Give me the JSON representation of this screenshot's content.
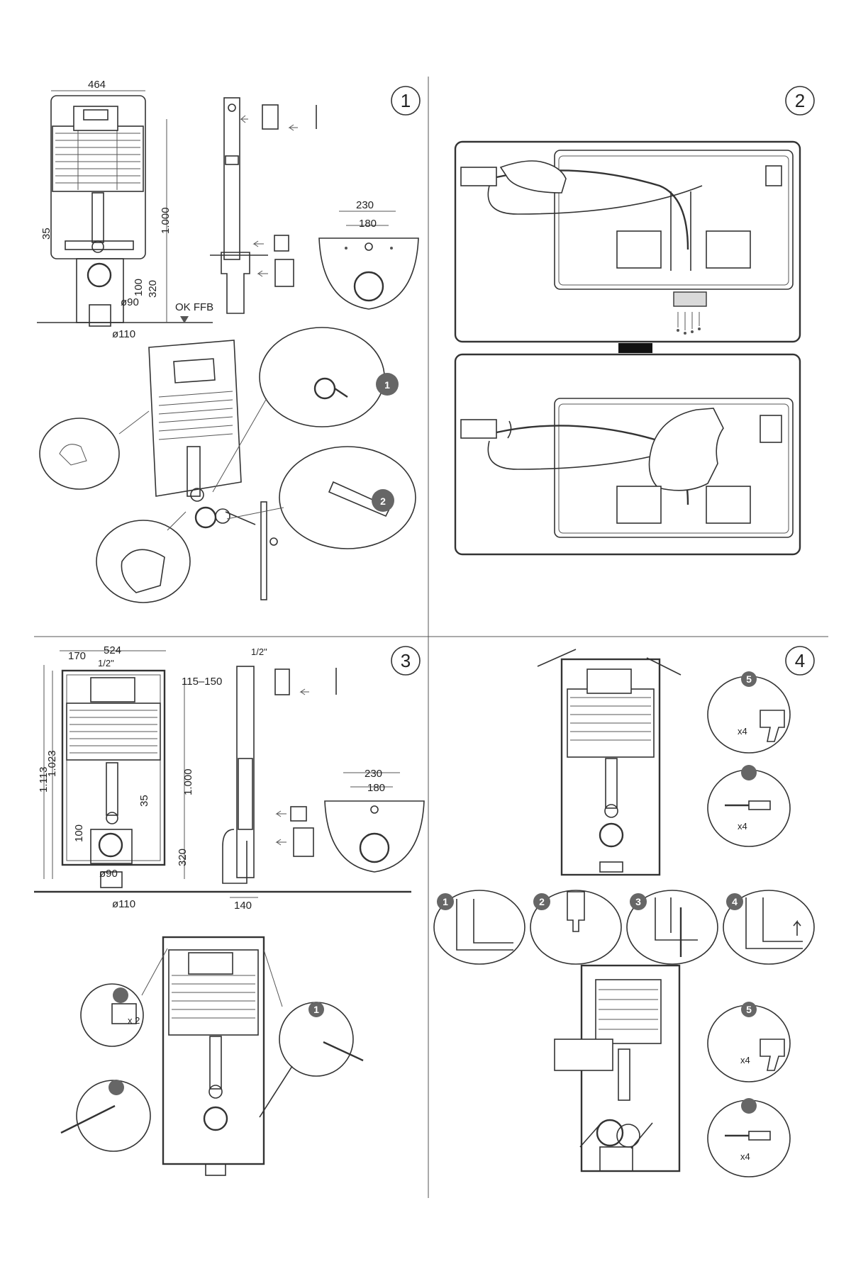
{
  "panels": [
    {
      "number": "1"
    },
    {
      "number": "2"
    },
    {
      "number": "3"
    },
    {
      "number": "4"
    }
  ],
  "panel1": {
    "width_dim": "464",
    "height_dim": "1.000",
    "dim_35": "35",
    "dim_100": "100",
    "dim_320": "320",
    "dim_90": "ø90",
    "dim_110": "ø110",
    "floor_label": "OK FFB",
    "bowl_230": "230",
    "bowl_180": "180",
    "callout_1": "1",
    "callout_2": "2"
  },
  "panel3": {
    "dim_170": "170",
    "dim_524": "524",
    "dim_half_inch": "1/2\"",
    "dim_half_inch_side": "1/2\"",
    "dim_115_150": "115–150",
    "dim_1113": "1.113",
    "dim_1023": "1.023",
    "dim_1000": "1.000",
    "dim_35": "35",
    "dim_100": "100",
    "dim_320": "320",
    "dim_90": "ø90",
    "dim_110": "ø110",
    "dim_140": "140",
    "bowl_230": "230",
    "bowl_180": "180",
    "qty_x2": "x 2",
    "callout_1": "1"
  },
  "panel4": {
    "qty_x4_a": "x4",
    "qty_x4_b": "x4",
    "qty_x4_c": "x4",
    "qty_x4_d": "x4",
    "step_1": "1",
    "step_2": "2",
    "step_3": "3",
    "step_4": "4",
    "step_5a": "5",
    "step_5b": "5"
  }
}
